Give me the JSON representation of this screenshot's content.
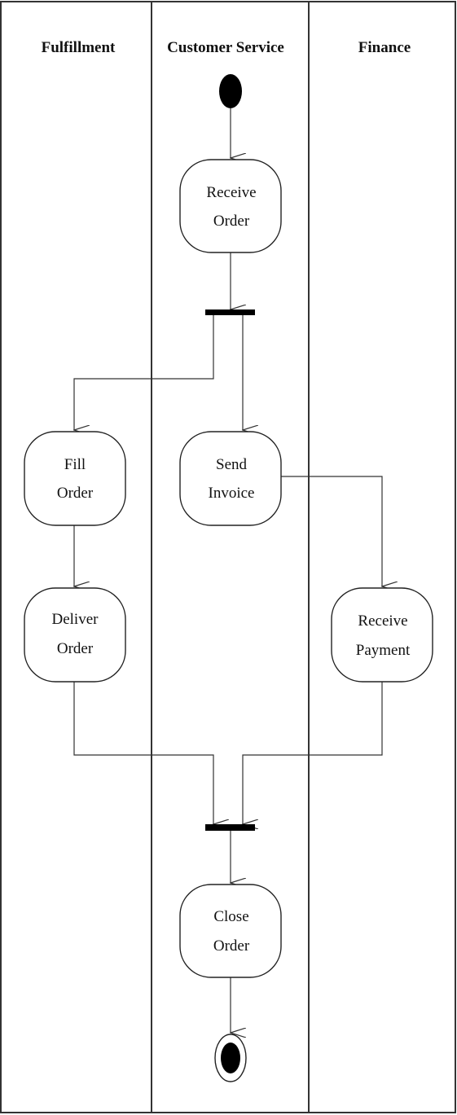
{
  "swimlanes": [
    {
      "id": "fulfillment",
      "title": "Fulfillment"
    },
    {
      "id": "customer_service",
      "title": "Customer Service"
    },
    {
      "id": "finance",
      "title": "Finance"
    }
  ],
  "nodes": {
    "start": {
      "type": "initial"
    },
    "receive_order": {
      "type": "activity",
      "lane": "customer_service",
      "lines": [
        "Receive",
        "Order"
      ]
    },
    "fork": {
      "type": "fork",
      "lane": "customer_service"
    },
    "fill_order": {
      "type": "activity",
      "lane": "fulfillment",
      "lines": [
        "Fill",
        "Order"
      ]
    },
    "send_invoice": {
      "type": "activity",
      "lane": "customer_service",
      "lines": [
        "Send",
        "Invoice"
      ]
    },
    "deliver_order": {
      "type": "activity",
      "lane": "fulfillment",
      "lines": [
        "Deliver",
        "Order"
      ]
    },
    "receive_payment": {
      "type": "activity",
      "lane": "finance",
      "lines": [
        "Receive",
        "Payment"
      ]
    },
    "join": {
      "type": "join",
      "lane": "customer_service"
    },
    "close_order": {
      "type": "activity",
      "lane": "customer_service",
      "lines": [
        "Close",
        "Order"
      ]
    },
    "end": {
      "type": "final"
    }
  },
  "edges": [
    {
      "from": "start",
      "to": "receive_order"
    },
    {
      "from": "receive_order",
      "to": "fork"
    },
    {
      "from": "fork",
      "to": "fill_order"
    },
    {
      "from": "fork",
      "to": "send_invoice"
    },
    {
      "from": "fill_order",
      "to": "deliver_order"
    },
    {
      "from": "send_invoice",
      "to": "receive_payment"
    },
    {
      "from": "deliver_order",
      "to": "join"
    },
    {
      "from": "receive_payment",
      "to": "join"
    },
    {
      "from": "join",
      "to": "close_order"
    },
    {
      "from": "close_order",
      "to": "end"
    }
  ],
  "colors": {
    "background": "#ffffff",
    "line": "#333333",
    "node_fill": "#ffffff",
    "bar_and_dot": "#000000"
  }
}
